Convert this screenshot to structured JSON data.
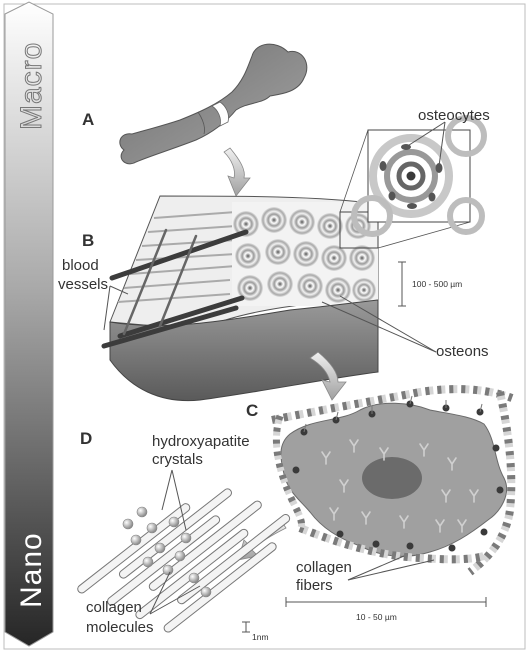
{
  "scale_bar": {
    "top_label": "Macro",
    "bottom_label": "Nano"
  },
  "panels": {
    "a": "A",
    "b": "B",
    "c": "C",
    "d": "D"
  },
  "labels": {
    "osteocytes": "osteocytes",
    "blood_vessels_line1": "blood",
    "blood_vessels_line2": "vessels",
    "osteon_size": "100 - 500 µm",
    "osteons": "osteons",
    "hydroxyapatite_line1": "hydroxyapatite",
    "hydroxyapatite_line2": "crystals",
    "collagen_fibers_line1": "collagen",
    "collagen_fibers_line2": "fibers",
    "fiber_size": "10 - 50 µm",
    "collagen_molecules_line1": "collagen",
    "collagen_molecules_line2": "molecules",
    "molecule_size": "1nm"
  },
  "colors": {
    "background": "#ffffff",
    "bone": "#8c8c8c",
    "dark": "#3a3a3a",
    "light_gray": "#d9d9d9"
  }
}
